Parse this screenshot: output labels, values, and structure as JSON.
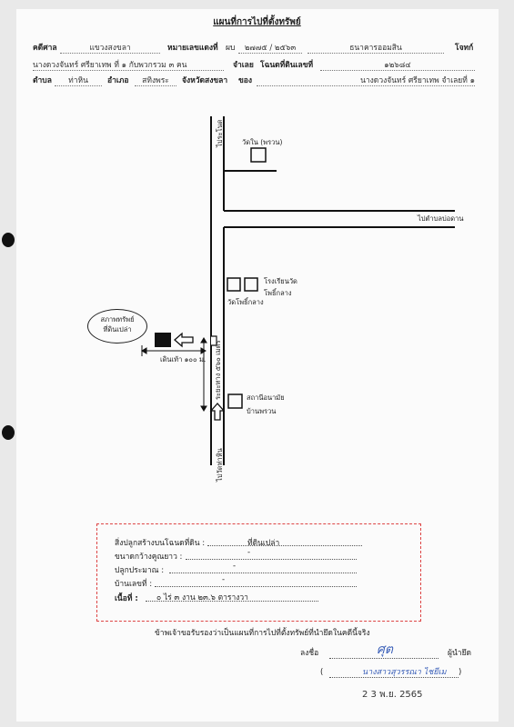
{
  "header": {
    "title": "แผนที่การไปที่ตั้งทรัพย์",
    "court_label": "คดีศาล",
    "court_value": "แขวงสงขลา",
    "case_label": "หมายเลขแดงที่",
    "case_prefix": "ผบ",
    "case_value": "๒๗๗๕ / ๒๕๖๓",
    "plaintiff": "ธนาคารออมสิน",
    "plaintiff_label": "โจทก์",
    "defendant": "นางดวงจันทร์ ศรียาเทพ ที่ ๑ กับพวกรวม ๓ คน",
    "defendant_label": "จำเลย",
    "deed_label": "โฉนดที่ดินเลขที่",
    "deed_value": "๑๒๖๘๔",
    "tambon_label": "ตำบล",
    "tambon_value": "ท่าหิน",
    "amphoe_label": "อำเภอ",
    "amphoe_value": "สทิงพระ",
    "province_label": "จังหวัดสงขลา",
    "owner_label": "ของ",
    "owner_value": "นางดวงจันทร์ ศรียาเทพ จำเลยที่ ๑"
  },
  "map": {
    "road_north": "ไประโนด",
    "road_south": "ไปวัดท่าหิน",
    "road_east": "ไปตำบลบ่อดาน",
    "wat_nai": "วัดใน (พรวน)",
    "school_line1": "โรงเรียนวัด",
    "school_line2": "โพธิ์กลาง",
    "wat_pho": "วัดโพธิ์กลาง",
    "health_line1": "สถานีอนามัย",
    "health_line2": "บ้านพรวน",
    "property_line1": "สภาพทรัพย์",
    "property_line2": "ที่ดินเปล่า",
    "walk_distance": "เดินเท้า ๑๐๐ ม.",
    "road_distance": "ระยะทาง ๕๖๐ เมตร"
  },
  "details": {
    "buildings_label": "สิ่งปลูกสร้างบนโฉนดที่ดิน :",
    "buildings_value": "ที่ดินเปล่า",
    "size_label": "ขนาดกว้างคูณยาว :",
    "size_value": "-",
    "built_label": "ปลูกประมาณ :",
    "built_value": "-",
    "house_label": "บ้านเลขที่ :",
    "house_value": "-",
    "area_label": "เนื้อที่ :",
    "area_value": "๐ ไร่ ๓ งาน ๒๓.๖ ตารางวา"
  },
  "certification": {
    "statement": "ข้าพเจ้าขอรับรองว่าเป็นแผนที่การไปที่ตั้งทรัพย์ที่นำยึดในคดีนี้จริง",
    "sign_label": "ลงชื่อ",
    "role": "ผู้นำยึด",
    "signer_name": "นางสาวสุวรรณา ไชยีเม",
    "date_stamp": "2 3 พ.ย. 2565"
  }
}
